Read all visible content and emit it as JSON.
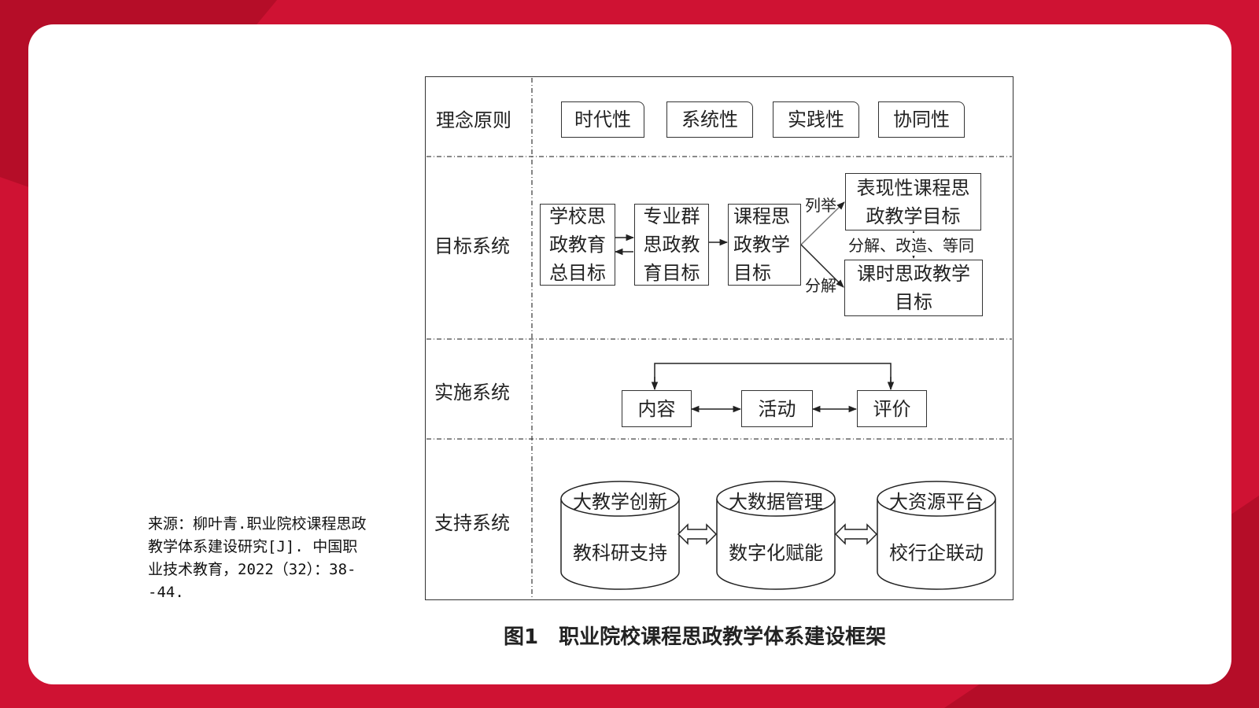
{
  "source_note": "来源：柳叶青.职业院校课程思政教学体系建设研究[J]. 中国职业技术教育，2022（32）：38--44.",
  "figure": {
    "caption": "图1　职业院校课程思政教学体系建设框架",
    "rows": {
      "principles": {
        "label": "理念原则",
        "items": [
          "时代性",
          "系统性",
          "实践性",
          "协同性"
        ]
      },
      "goals": {
        "label": "目标系统",
        "school": "学校思政教育总目标",
        "major": "专业群思政教育目标",
        "course": "课程思政教学目标",
        "manifest": "表现性课程思政教学目标",
        "lesson": "课时思政教学目标",
        "edge_list": "列举",
        "edge_decompose": "分解",
        "edge_between": "分解、改造、等同"
      },
      "implementation": {
        "label": "实施系统",
        "items": [
          "内容",
          "活动",
          "评价"
        ]
      },
      "support": {
        "label": "支持系统",
        "cylinders": [
          {
            "title": "大教学创新",
            "body": "教科研支持"
          },
          {
            "title": "大数据管理",
            "body": "数字化赋能"
          },
          {
            "title": "大资源平台",
            "body": "校行企联动"
          }
        ]
      }
    }
  }
}
